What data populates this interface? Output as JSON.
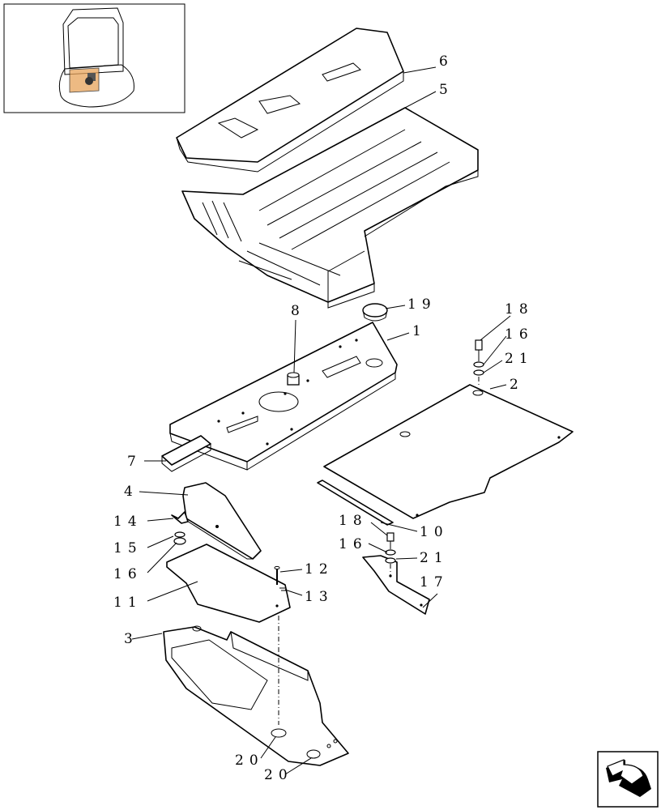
{
  "callouts": {
    "c1": "1",
    "c2": "2",
    "c3": "3",
    "c4": "4",
    "c5": "5",
    "c6": "6",
    "c7": "7",
    "c8": "8",
    "c10": "10",
    "c11": "11",
    "c12": "12",
    "c13": "13",
    "c14": "14",
    "c15": "15",
    "c16a": "16",
    "c16b": "16",
    "c16c": "16",
    "c17": "17",
    "c18a": "18",
    "c18b": "18",
    "c19": "19",
    "c20a": "20",
    "c20b": "20",
    "c21a": "21",
    "c21b": "21"
  },
  "icons": {
    "thumbnail": "cab-locator-thumbnail",
    "nav": "next-page-arrow-icon"
  }
}
